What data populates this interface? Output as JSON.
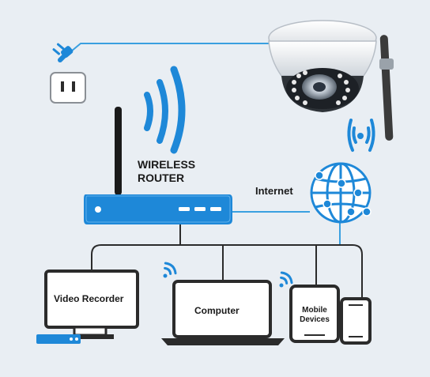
{
  "labels": {
    "router": [
      "WIRELESS",
      "ROUTER"
    ],
    "internet": "Internet",
    "video_recorder": "Video Recorder",
    "computer": "Computer",
    "mobile_devices": [
      "Mobile",
      "Devices"
    ]
  },
  "colors": {
    "background": "#e9eef3",
    "accent_blue": "#1e88d8",
    "line_blue": "#3aa0e0",
    "dark": "#2b2b2b",
    "device_body": "#ffffff"
  },
  "icons": [
    "power-plug-icon",
    "power-outlet-icon",
    "wifi-signal-icon",
    "globe-icon",
    "dome-camera-icon"
  ]
}
